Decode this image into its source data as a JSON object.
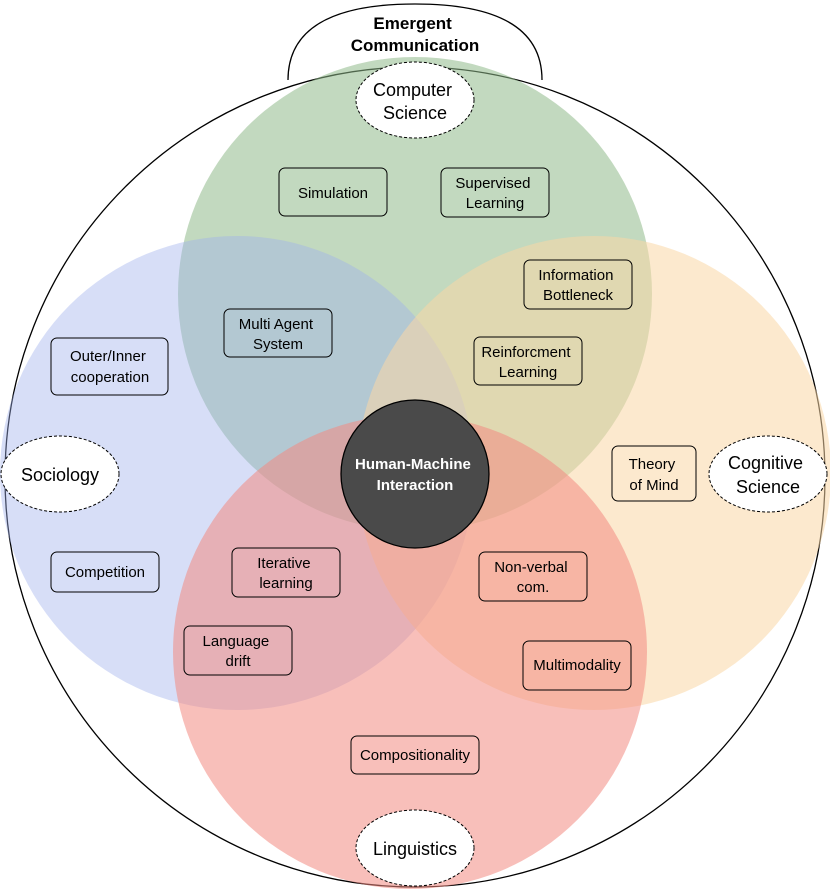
{
  "title_lines": [
    "Emergent",
    "Communication"
  ],
  "center": {
    "lines": [
      "Human-Machine",
      "Interaction"
    ],
    "color": "#4a4a4a"
  },
  "fields": {
    "computer_science": {
      "lines": [
        "Computer",
        "Science"
      ],
      "circle_color": "#8fb98a"
    },
    "sociology": {
      "lines": [
        "Sociology"
      ],
      "circle_color": "#9fb0ec"
    },
    "cognitive_science": {
      "lines": [
        "Cognitive",
        "Science"
      ],
      "circle_color": "#f9d7a6"
    },
    "linguistics": {
      "lines": [
        "Linguistics"
      ],
      "circle_color": "#f28a82"
    }
  },
  "boxes": {
    "simulation": [
      "Simulation"
    ],
    "supervised_learning": [
      "Supervised",
      "Learning"
    ],
    "information_bottleneck": [
      "Information",
      "Bottleneck"
    ],
    "multi_agent_system": [
      "Multi Agent",
      "System"
    ],
    "reinforcement_learning": [
      "Reinforcment",
      "Learning"
    ],
    "outer_inner_cooperation": [
      "Outer/Inner",
      "cooperation"
    ],
    "theory_of_mind": [
      "Theory",
      "of Mind"
    ],
    "competition": [
      "Competition"
    ],
    "iterative_learning": [
      "Iterative",
      "learning"
    ],
    "non_verbal_com": [
      "Non-verbal",
      "com."
    ],
    "language_drift": [
      "Language",
      "drift"
    ],
    "multimodality": [
      "Multimodality"
    ],
    "compositionality": [
      "Compositionality"
    ]
  }
}
